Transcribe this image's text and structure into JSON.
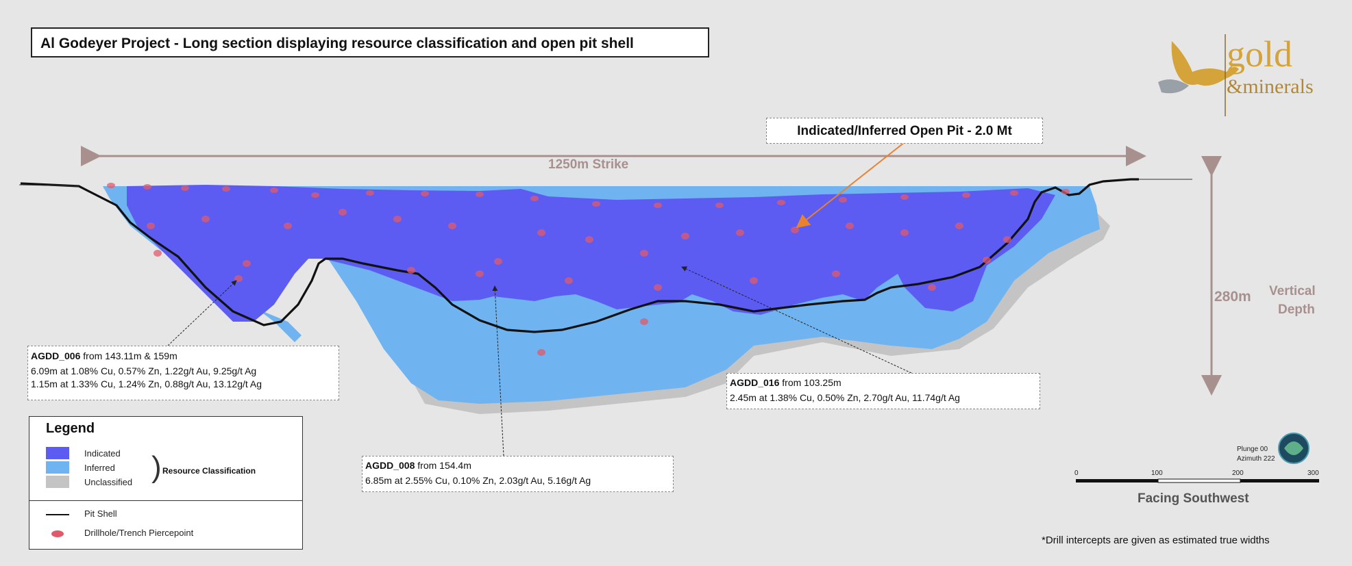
{
  "title": "Al Godeyer Project - Long section displaying resource classification and open pit shell",
  "logo": {
    "word": "gold",
    "sub": "&minerals"
  },
  "pit_label": "Indicated/Inferred Open Pit - 2.0 Mt",
  "strike_label": "1250m Strike",
  "depth_value": "280m",
  "depth_label_1": "Vertical",
  "depth_label_2": "Depth",
  "callouts": [
    {
      "hole": "AGDD_006",
      "from": " from 143.11m & 159m",
      "lines": [
        "6.09m at 1.08% Cu, 0.57% Zn, 1.22g/t Au, 9.25g/t   Ag",
        "1.15m at 1.33% Cu, 1.24% Zn, 0.88g/t Au, 13.12g/t Ag"
      ]
    },
    {
      "hole": "AGDD_008",
      "from": " from 154.4m",
      "lines": [
        "6.85m  at 2.55% Cu, 0.10% Zn, 2.03g/t Au, 5.16g/t   Ag"
      ]
    },
    {
      "hole": "AGDD_016",
      "from": " from 103.25m",
      "lines": [
        "2.45m at 1.38% Cu, 0.50% Zn, 2.70g/t Au, 11.74g/t   Ag"
      ]
    }
  ],
  "legend": {
    "title": "Legend",
    "items": [
      "Indicated",
      "Inferred",
      "Unclassified"
    ],
    "group_label": "Resource Classification",
    "pit_shell": "Pit Shell",
    "piercepoint": "Drillhole/Trench Piercepoint"
  },
  "scale": {
    "ticks": [
      "0",
      "100",
      "200",
      "300"
    ],
    "plunge": "Plunge 00",
    "azimuth": "Azimuth 222"
  },
  "facing": "Facing Southwest",
  "footnote": "*Drill intercepts are given as estimated true widths",
  "colors": {
    "indicated": "#5c5cf2",
    "inferred": "#6fb4f0",
    "unclassified": "#c4c4c4",
    "dimension": "#a8908f",
    "pit_arrow": "#e8822e",
    "piercepoint": "#e05a6a"
  }
}
